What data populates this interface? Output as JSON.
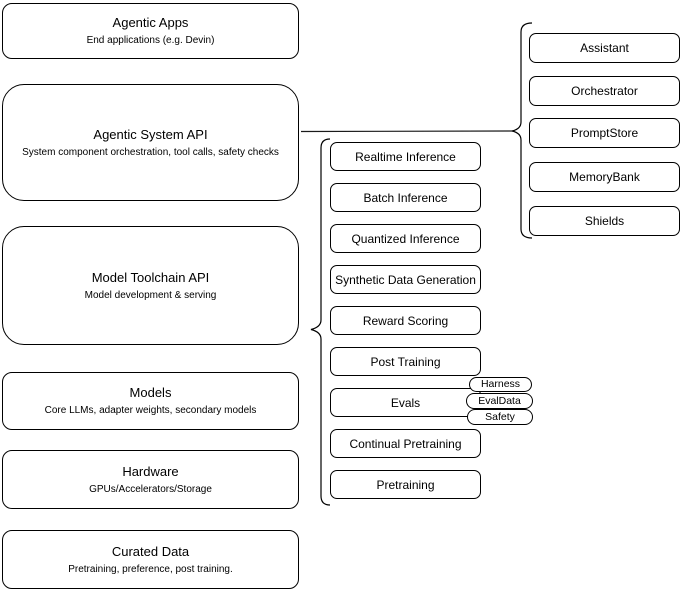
{
  "diagram": {
    "left_column": [
      {
        "title": "Agentic Apps",
        "subtitle": "End applications (e.g. Devin)"
      },
      {
        "title": "Agentic System API",
        "subtitle": "System component orchestration, tool calls, safety checks"
      },
      {
        "title": "Model Toolchain API",
        "subtitle": "Model development & serving"
      },
      {
        "title": "Models",
        "subtitle": "Core LLMs, adapter weights, secondary models"
      },
      {
        "title": "Hardware",
        "subtitle": "GPUs/Accelerators/Storage"
      },
      {
        "title": "Curated Data",
        "subtitle": "Pretraining, preference, post training."
      }
    ],
    "toolchain_items": [
      {
        "label": "Realtime Inference"
      },
      {
        "label": "Batch Inference"
      },
      {
        "label": "Quantized Inference"
      },
      {
        "label": "Synthetic Data Generation"
      },
      {
        "label": "Reward Scoring"
      },
      {
        "label": "Post Training"
      },
      {
        "label": "Evals"
      },
      {
        "label": "Continual Pretraining"
      },
      {
        "label": "Pretraining"
      }
    ],
    "eval_tags": [
      {
        "label": "Harness"
      },
      {
        "label": "EvalData"
      },
      {
        "label": "Safety"
      }
    ],
    "system_components": [
      {
        "label": "Assistant"
      },
      {
        "label": "Orchestrator"
      },
      {
        "label": "PromptStore"
      },
      {
        "label": "MemoryBank"
      },
      {
        "label": "Shields"
      }
    ],
    "colors": {
      "box_fill": "#ffffff",
      "box_border": "#000000",
      "text": "#000000",
      "connector": "#1a1a1a"
    }
  }
}
